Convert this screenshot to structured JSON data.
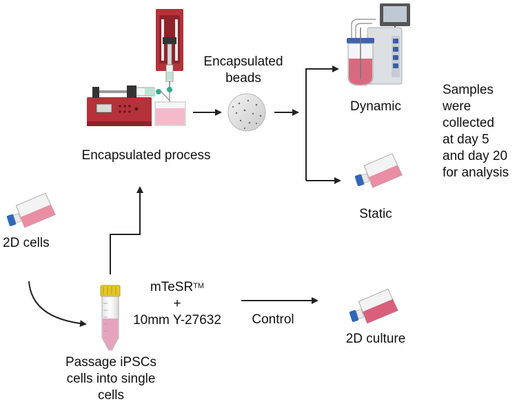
{
  "labels": {
    "encapsulated_beads_line1": "Encapsulated",
    "encapsulated_beads_line2": "beads",
    "encapsulated_process": "Encapsulated process",
    "dynamic": "Dynamic",
    "static": "Static",
    "samples_lines": [
      "Samples",
      "were",
      "collected",
      "at day 5",
      "and day 20",
      "for analysis"
    ],
    "cells_2d": "2D cells",
    "medium_name": "mTeSR",
    "medium_trademark": "TM",
    "plus": "+",
    "inhibitor": "10mm Y-27632",
    "control": "Control",
    "culture_2d": "2D culture",
    "passage_lines": [
      "Passage iPSCs",
      "cells into single",
      "cells"
    ]
  },
  "icons": [
    "syringe-pump-icon",
    "bead-icon",
    "bioreactor-icon",
    "culture-flask-icon",
    "conical-tube-icon"
  ],
  "colors": {
    "pump_red": "#b5323a",
    "media_pink": "#e98ea4",
    "flask_cap_blue": "#2f67b8",
    "tube_cap_yellow": "#e3c62a",
    "arrow": "#222222"
  }
}
